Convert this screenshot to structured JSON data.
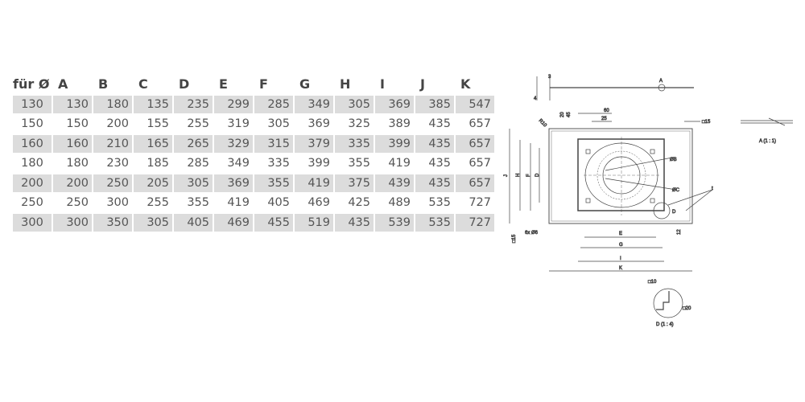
{
  "table": {
    "headers": [
      "für Ø",
      "A",
      "B",
      "C",
      "D",
      "E",
      "F",
      "G",
      "H",
      "I",
      "J",
      "K"
    ],
    "rows": [
      [
        "130",
        "130",
        "180",
        "135",
        "235",
        "299",
        "285",
        "349",
        "305",
        "369",
        "385",
        "547"
      ],
      [
        "150",
        "150",
        "200",
        "155",
        "255",
        "319",
        "305",
        "369",
        "325",
        "389",
        "435",
        "657"
      ],
      [
        "160",
        "160",
        "210",
        "165",
        "265",
        "329",
        "315",
        "379",
        "335",
        "399",
        "435",
        "657"
      ],
      [
        "180",
        "180",
        "230",
        "185",
        "285",
        "349",
        "335",
        "399",
        "355",
        "419",
        "435",
        "657"
      ],
      [
        "200",
        "200",
        "250",
        "205",
        "305",
        "369",
        "355",
        "419",
        "375",
        "439",
        "435",
        "657"
      ],
      [
        "250",
        "250",
        "300",
        "255",
        "355",
        "419",
        "405",
        "469",
        "425",
        "489",
        "535",
        "727"
      ],
      [
        "300",
        "300",
        "350",
        "305",
        "405",
        "469",
        "455",
        "519",
        "435",
        "539",
        "535",
        "727"
      ]
    ]
  },
  "drawing": {
    "labels": {
      "a": "A",
      "d3": "3",
      "d4": "4",
      "d60": "60",
      "d25": "25",
      "d20": "20",
      "d45": "45",
      "r10": "R10",
      "sq15": "□15",
      "phiB": "ØB",
      "phiC": "ØC",
      "t": "t",
      "d": "D",
      "j": "J",
      "h": "H",
      "f": "F",
      "dd": "D",
      "sq15b": "□15",
      "holes": "6x Ø6",
      "d12": "12",
      "e": "E",
      "g": "G",
      "i": "I",
      "k": "K",
      "sq10": "□10",
      "sq20": "□20",
      "detailD": "D (1 : 4)",
      "detailA": "A (1 : 1)"
    }
  }
}
